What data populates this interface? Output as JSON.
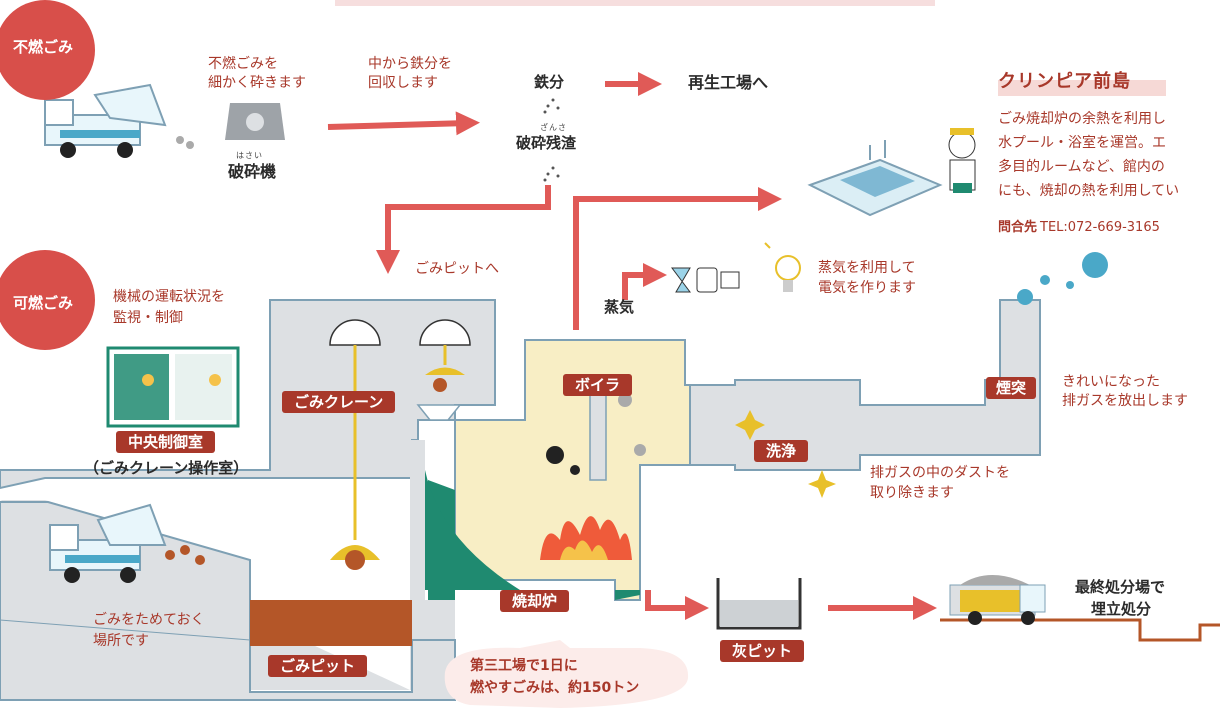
{
  "colors": {
    "accent": "#a8382a",
    "arrow": "#e05a57",
    "duct": "#dde0e3",
    "duct_edge": "#7ea0b4",
    "teal": "#1f8a70",
    "cream": "#f8eec5",
    "yellow": "#e8c02a",
    "pit": "#b45628",
    "flame": "#ef5b3a"
  },
  "icons": [
    "truck-icon",
    "crusher-icon",
    "crane-icon",
    "pool-icon",
    "generator-icon",
    "bulb-icon",
    "person-icon",
    "fire-icon",
    "smoke-icon"
  ],
  "categories": {
    "noncombustible": "不燃ごみ",
    "combustible": "可燃ごみ"
  },
  "crusher": {
    "desc_line1": "不燃ごみを",
    "desc_line2": "細かく砕きます",
    "ruby": "はさい",
    "name": "破砕機"
  },
  "recover": {
    "line1": "中から鉄分を",
    "line2": "回収します"
  },
  "iron": {
    "name": "鉄分",
    "dest": "再生工場へ"
  },
  "residue": {
    "ruby": "ざんさ",
    "name": "破砕残渣"
  },
  "to_pit": "ごみピットへ",
  "clinpia": {
    "title": "クリンピア前島",
    "line1": "ごみ焼却炉の余熱を利用し",
    "line2": "水プール・浴室を運営。エ",
    "line3": "多目的ルームなど、館内の",
    "line4": "にも、焼却の熱を利用してい",
    "contact_label": "問合先",
    "contact_tel": "TEL:072-669-3165"
  },
  "steam": {
    "label": "蒸気",
    "desc_line1": "蒸気を利用して",
    "desc_line2": "電気を作ります"
  },
  "control": {
    "line1": "機械の運転状況を",
    "line2": "監視・制御",
    "room": "中央制御室",
    "room_sub": "（ごみクレーン操作室）"
  },
  "labels": {
    "crane": "ごみクレーン",
    "boiler": "ボイラ",
    "chimney": "煙突",
    "scrubber": "洗浄",
    "incinerator": "焼却炉",
    "pit": "ごみピット",
    "ash_pit": "灰ピット"
  },
  "chimney_desc": {
    "line1": "きれいになった",
    "line2": "排ガスを放出します"
  },
  "scrub_desc": {
    "line1": "排ガスの中のダストを",
    "line2": "取り除きます"
  },
  "pit_desc": {
    "line1": "ごみをためておく",
    "line2": "場所です"
  },
  "landfill": {
    "line1": "最終処分場で",
    "line2": "埋立処分"
  },
  "note": {
    "line1": "第三工場で1日に",
    "line2": "燃やすごみは、約150トン"
  }
}
